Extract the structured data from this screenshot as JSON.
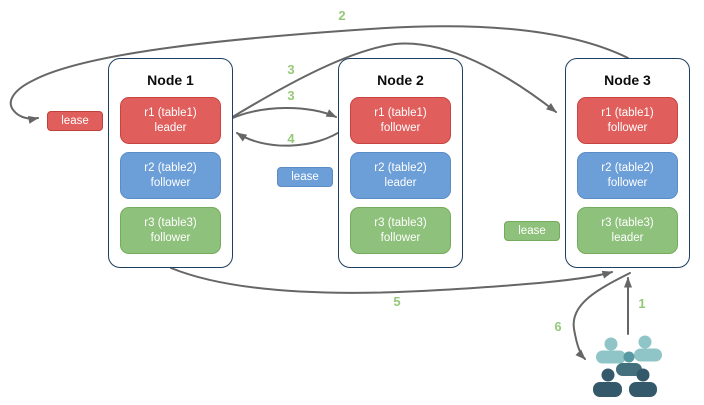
{
  "nodes": [
    {
      "title": "Node 1",
      "replicas": [
        {
          "name": "r1 (table1)",
          "role": "leader",
          "color": "#e05e5b"
        },
        {
          "name": "r2 (table2)",
          "role": "follower",
          "color": "#6c9ed8"
        },
        {
          "name": "r3 (table3)",
          "role": "follower",
          "color": "#8ec17b"
        }
      ]
    },
    {
      "title": "Node 2",
      "replicas": [
        {
          "name": "r1 (table1)",
          "role": "follower",
          "color": "#e05e5b"
        },
        {
          "name": "r2 (table2)",
          "role": "leader",
          "color": "#6c9ed8"
        },
        {
          "name": "r3 (table3)",
          "role": "follower",
          "color": "#8ec17b"
        }
      ]
    },
    {
      "title": "Node 3",
      "replicas": [
        {
          "name": "r1 (table1)",
          "role": "follower",
          "color": "#e05e5b"
        },
        {
          "name": "r2 (table2)",
          "role": "follower",
          "color": "#6c9ed8"
        },
        {
          "name": "r3 (table3)",
          "role": "leader",
          "color": "#8ec17b"
        }
      ]
    }
  ],
  "leases": [
    {
      "label": "lease",
      "color": "#e05e5b"
    },
    {
      "label": "lease",
      "color": "#6c9ed8"
    },
    {
      "label": "lease",
      "color": "#8ec17b"
    }
  ],
  "flow_labels": {
    "s1": "1",
    "s2": "2",
    "s3a": "3",
    "s3b": "3",
    "s4": "4",
    "s5": "5",
    "s6": "6"
  },
  "icons": {
    "users_group": "users-group-icon"
  },
  "colors": {
    "arrow": "#666666",
    "node_border": "#1e3f5f",
    "flow_label": "#95c97a",
    "replica_red": "#e05e5b",
    "replica_blue": "#6c9ed8",
    "replica_green": "#8ec17b",
    "users_back": "#8fc5c7",
    "users_middle": "#579aa4",
    "users_front": "#34596b"
  }
}
